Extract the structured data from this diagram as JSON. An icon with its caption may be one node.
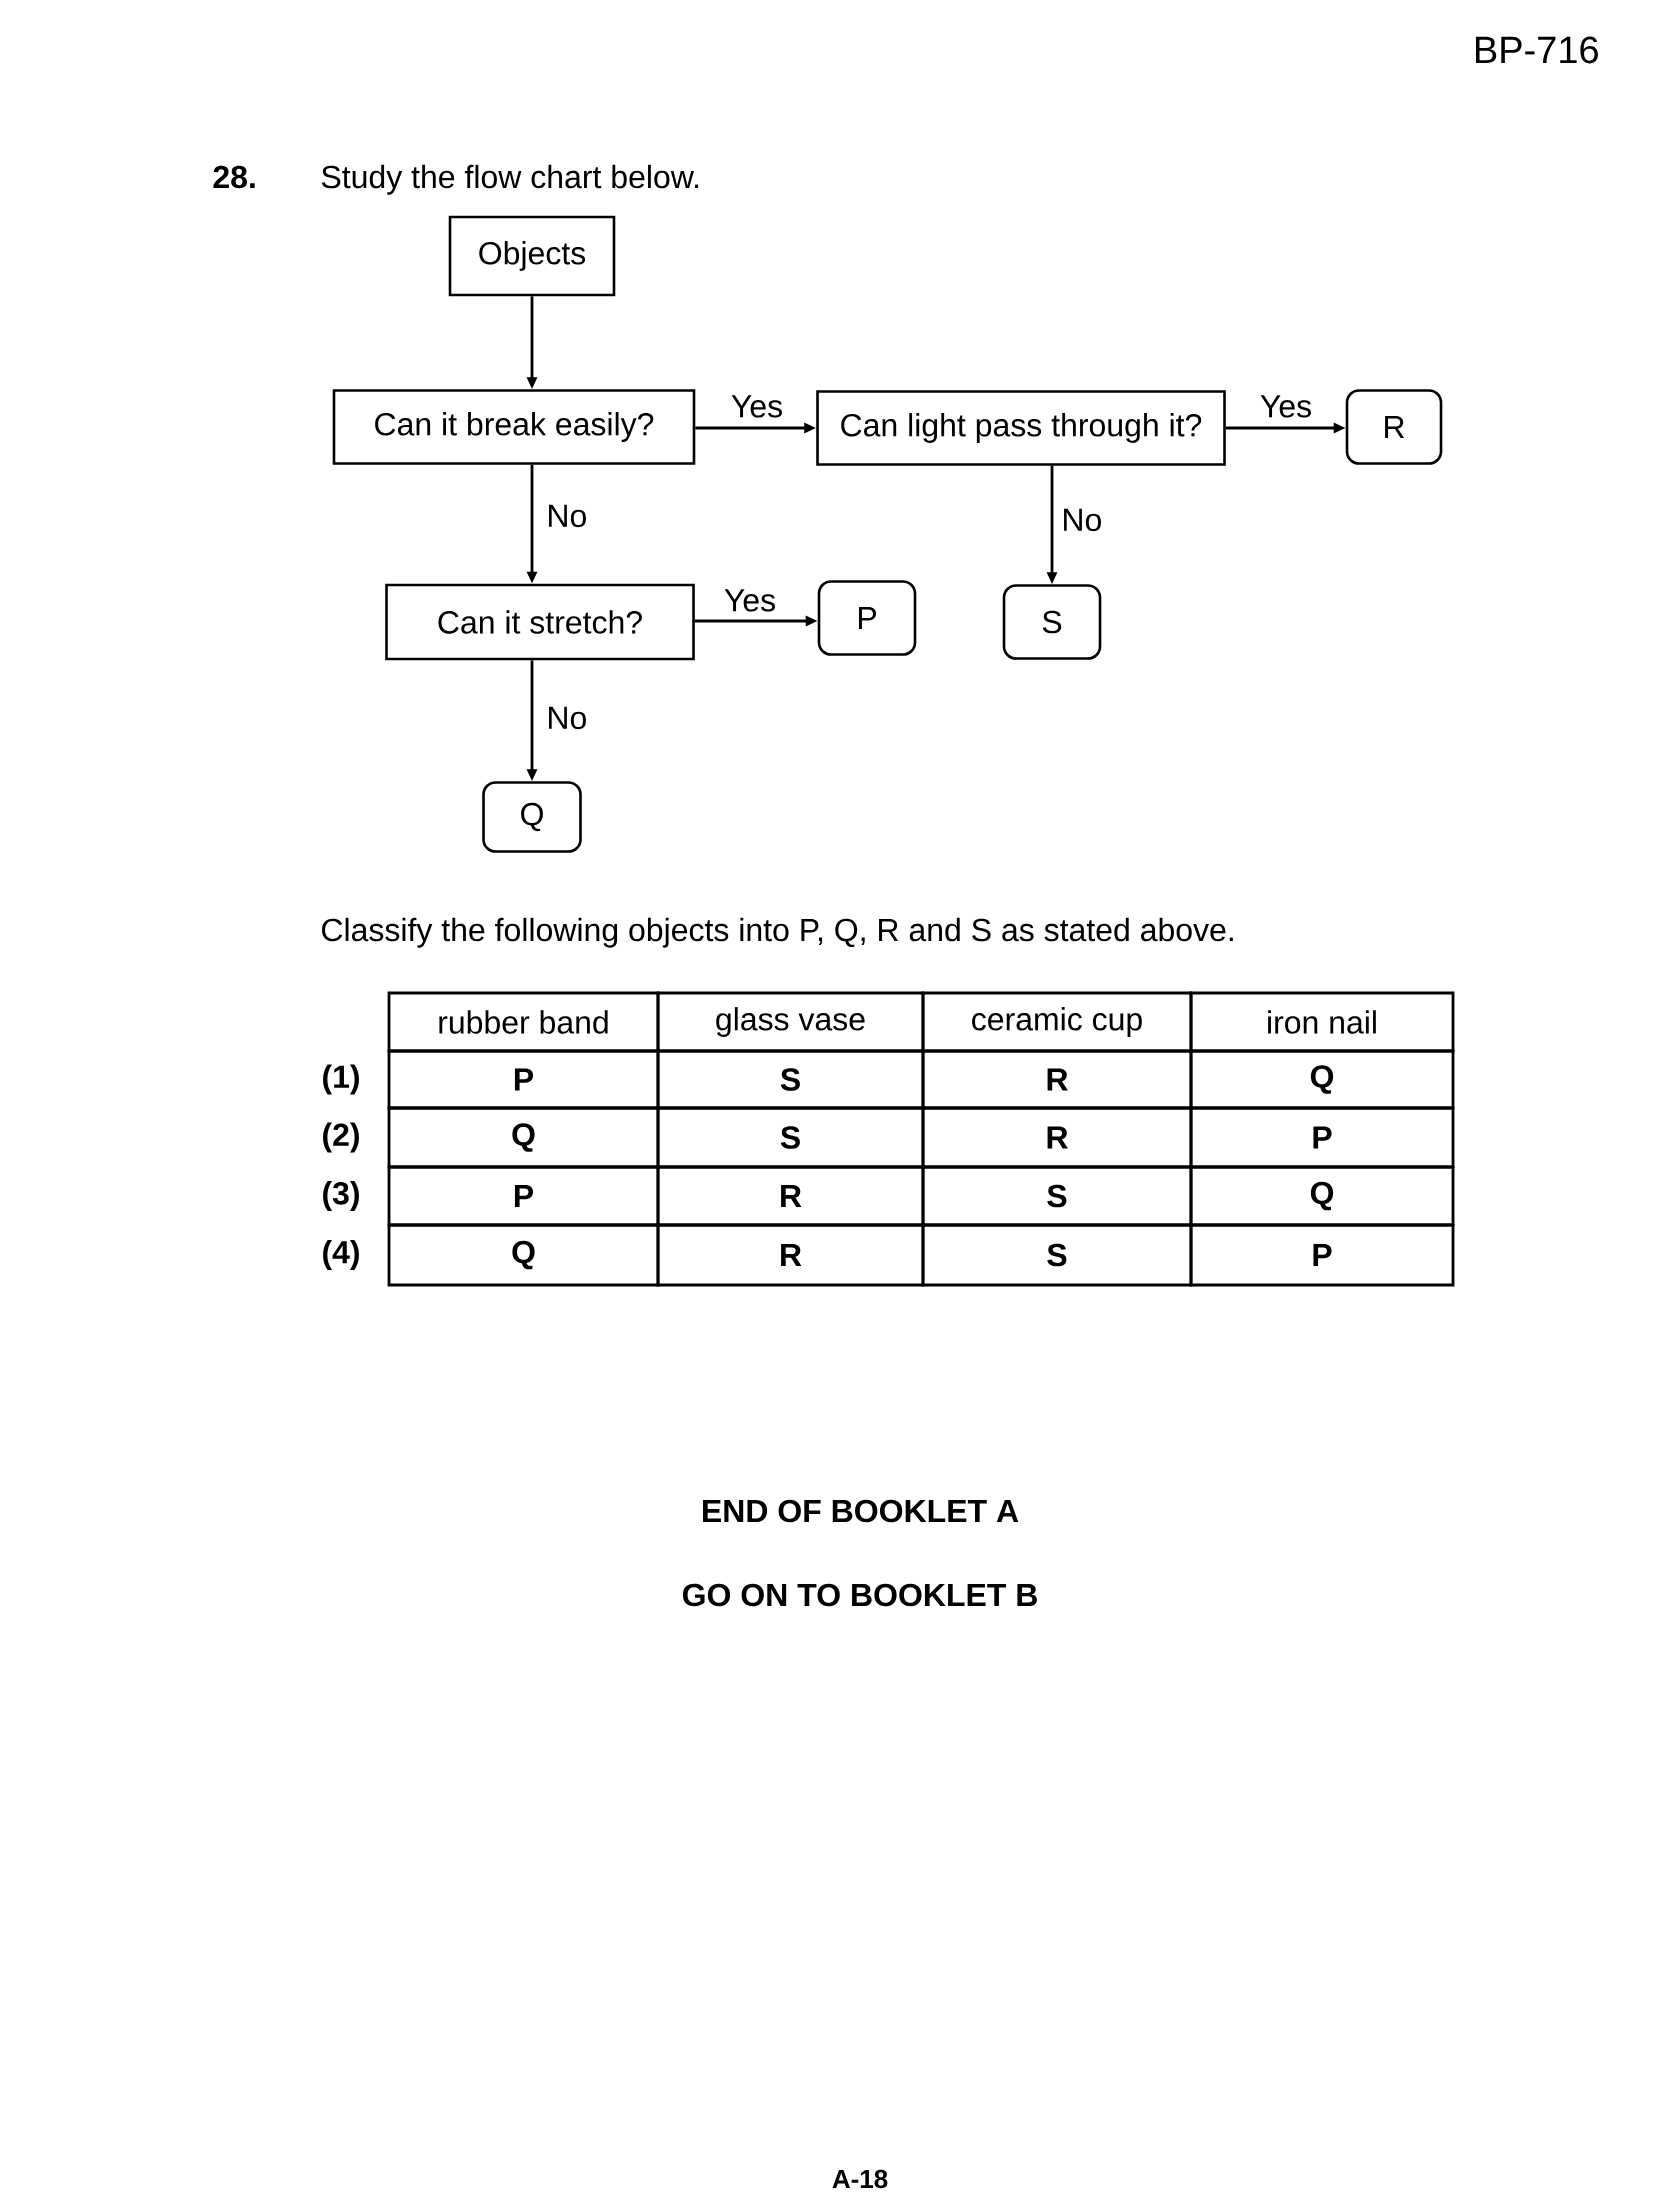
{
  "diagram": {
    "nodes": [
      {
        "text": [
          "Objects"
        ]
      },
      {
        "text": [
          "Can it break easily?"
        ]
      },
      {
        "text": [
          "Can light pass through it?"
        ]
      },
      {
        "text": [
          "R"
        ]
      },
      {
        "text": [
          "Can it stretch?"
        ]
      },
      {
        "text": [
          "P"
        ]
      },
      {
        "text": [
          "S"
        ]
      },
      {
        "text": [
          "Q"
        ]
      }
    ],
    "edges": [
      {
        "from": 0,
        "to": 1,
        "arrow": "to"
      },
      {
        "from": 1,
        "to": 2,
        "arrow": "to",
        "label": "Yes"
      },
      {
        "from": 2,
        "to": 3,
        "arrow": "to",
        "label": "Yes"
      },
      {
        "from": 1,
        "to": 4,
        "arrow": "to",
        "label": "No"
      },
      {
        "from": 2,
        "to": 6,
        "arrow": "to",
        "label": "No"
      },
      {
        "from": 4,
        "to": 5,
        "arrow": "to",
        "label": "Yes"
      },
      {
        "from": 4,
        "to": 7,
        "arrow": "to",
        "label": "No"
      }
    ],
    "labels": [
      "BP-716",
      "28.",
      "Study the flow chart below.",
      "Classify the following objects into P, Q, R and S as stated above.",
      "rubber band",
      "glass vase",
      "ceramic cup",
      "iron nail",
      "(1)",
      "P",
      "S",
      "R",
      "Q",
      "(2)",
      "Q",
      "S",
      "R",
      "P",
      "(3)",
      "P",
      "R",
      "S",
      "Q",
      "(4)",
      "Q",
      "R",
      "S",
      "P",
      "END OF BOOKLET A",
      "GO ON TO BOOKLET B",
      "A-18"
    ]
  }
}
